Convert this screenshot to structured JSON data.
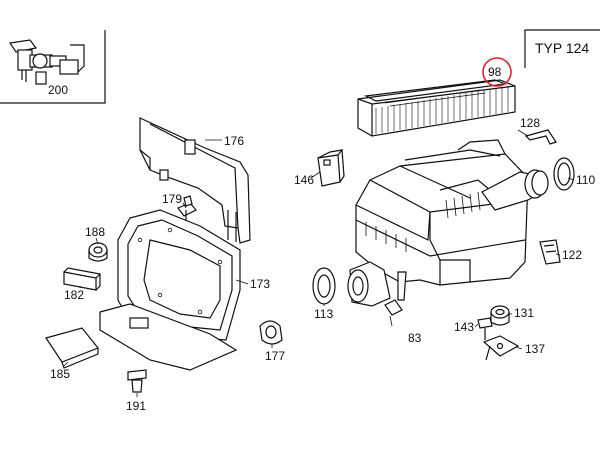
{
  "model_label": "TYP 124",
  "highlight_color": "#d6242a",
  "callouts": [
    {
      "id": "200",
      "text": "200"
    },
    {
      "id": "98",
      "text": "98",
      "highlighted": true
    },
    {
      "id": "176",
      "text": "176"
    },
    {
      "id": "179",
      "text": "179"
    },
    {
      "id": "146",
      "text": "146"
    },
    {
      "id": "128",
      "text": "128"
    },
    {
      "id": "110",
      "text": "110"
    },
    {
      "id": "188",
      "text": "188"
    },
    {
      "id": "122",
      "text": "122"
    },
    {
      "id": "173",
      "text": "173"
    },
    {
      "id": "182",
      "text": "182"
    },
    {
      "id": "113",
      "text": "113"
    },
    {
      "id": "131",
      "text": "131"
    },
    {
      "id": "143",
      "text": "143"
    },
    {
      "id": "83",
      "text": "83"
    },
    {
      "id": "177",
      "text": "177"
    },
    {
      "id": "137",
      "text": "137"
    },
    {
      "id": "185",
      "text": "185"
    },
    {
      "id": "191",
      "text": "191"
    }
  ]
}
